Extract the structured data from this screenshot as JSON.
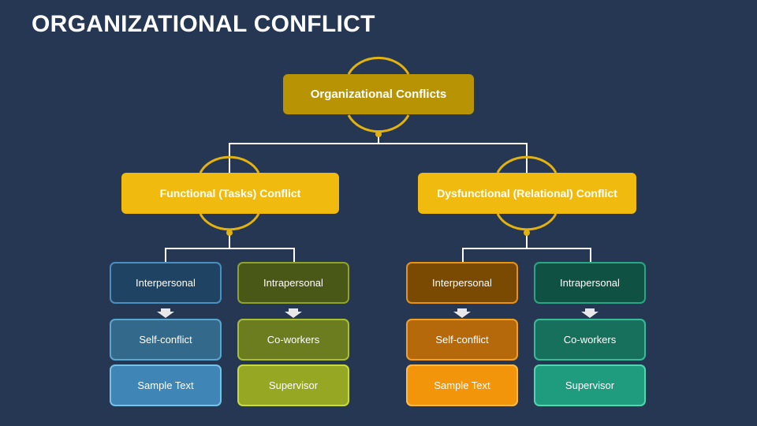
{
  "slide": {
    "title": "ORGANIZATIONAL CONFLICT"
  },
  "diagram": {
    "root": "Organizational Conflicts",
    "branches": [
      {
        "label": "Functional (Tasks) Conflict",
        "columns": [
          {
            "items": [
              "Interpersonal",
              "Self-conflict",
              "Sample Text"
            ]
          },
          {
            "items": [
              "Intrapersonal",
              "Co-workers",
              "Supervisor"
            ]
          }
        ]
      },
      {
        "label": "Dysfunctional (Relational) Conflict",
        "columns": [
          {
            "items": [
              "Interpersonal",
              "Self-conflict",
              "Sample Text"
            ]
          },
          {
            "items": [
              "Intrapersonal",
              "Co-workers",
              "Supervisor"
            ]
          }
        ]
      }
    ]
  },
  "colors": {
    "background": "#253752",
    "gold": "#f0bb0e",
    "dark_gold": "#b89404",
    "blue": "#3f86b7",
    "olive": "#96a823",
    "orange": "#f3950b",
    "teal": "#1f9c7e"
  },
  "icons": [
    "arc-decoration-icon",
    "connector-dot-icon",
    "down-arrow-icon"
  ]
}
